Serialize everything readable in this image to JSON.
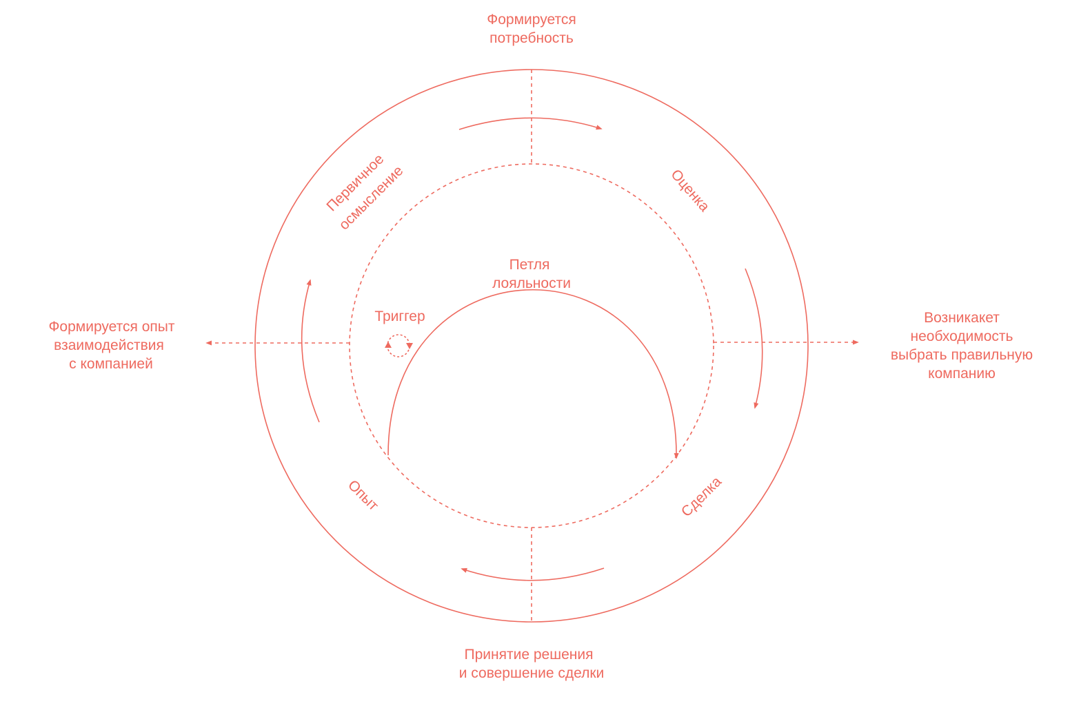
{
  "colors": {
    "accent": "#ee6a5f",
    "background": "#ffffff"
  },
  "labels": {
    "top_line1": "Формируется",
    "top_line2": "потребность",
    "right_line1": "Возникакет",
    "right_line2": "необходимость",
    "right_line3": "выбрать правильную",
    "right_line4": "компанию",
    "bottom_line1": "Принятие решения",
    "bottom_line2": "и совершение сделки",
    "left_line1": "Формируется опыт",
    "left_line2": "взаимодействия",
    "left_line3": "с компанией"
  },
  "stages": {
    "primary_line1": "Первичное",
    "primary_line2": "осмысление",
    "evaluation": "Оценка",
    "deal": "Сделка",
    "experience": "Опыт"
  },
  "center": {
    "loop_line1": "Петля",
    "loop_line2": "лояльности",
    "trigger": "Триггер"
  }
}
